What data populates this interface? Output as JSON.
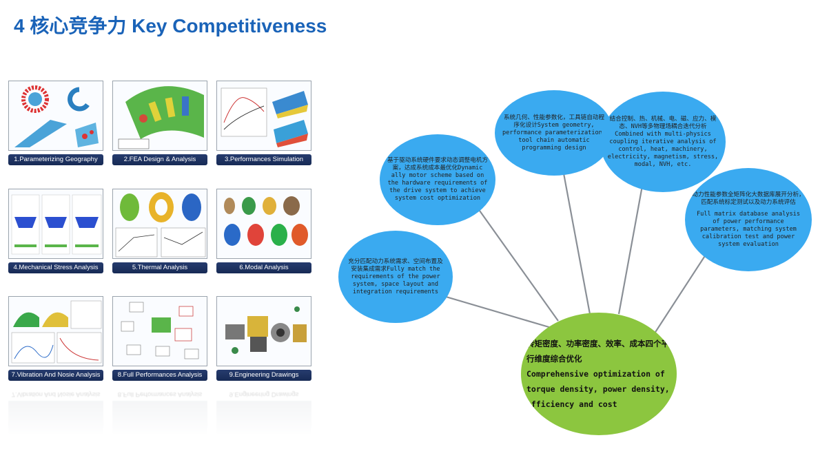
{
  "title": {
    "text": "4 核心竞争力 Key Competitiveness",
    "color": "#1a63b8"
  },
  "tiles": [
    {
      "label": "1.Parameterizing Geography"
    },
    {
      "label": "2.FEA Design & Analysis"
    },
    {
      "label": "3.Performances Simulation"
    },
    {
      "label": "4.Mechanical Stress Analysis"
    },
    {
      "label": "5.Thermal Analysis"
    },
    {
      "label": "6.Modal Analysis"
    },
    {
      "label": "7.Vibration And Nosie Analysis"
    },
    {
      "label": "8.Full Performances Analysis"
    },
    {
      "label": "9.Engineering Drawings"
    }
  ],
  "reflection_labels": [
    "7.Vibration And Nosie Analysis",
    "8.Full Performances Analysis",
    "9.Engineering Drawings"
  ],
  "bubbles": {
    "system_match": "充分匹配动力系统需求、空间布置及安装集成需求Fully match the requirements of the power system, space layout and integration requirements",
    "hardware_optimization": "基于驱动系统硬件要求动态调整电机方案，达成系统成本最优化Dynamic ally motor scheme based on the hardware requirements of the drive system to achieve system cost optimization",
    "parametric_design": "系统几何、性能参数化，工具链自动程序化设计System geometry, performance parameterization, tool chain automatic programming design",
    "multiphysics": "结合控制、热、机械、电、磁、应力、模态、NVH等多物理场耦合迭代分析Combined with multi-physics coupling iterative analysis of control, heat, machinery, electricity, magnetism, stress, modal, NVH, etc.",
    "matrix_database_cn": "动力性能参数全矩阵化大数据库展开分析，匹配系统标定测试以及动力系统评估",
    "matrix_database_en": "Full matrix database analysis of power performance parameters, matching system calibration test and power system evaluation",
    "core_cn": "转矩密度、功率密度、效率、成本四个平行维度综合优化",
    "core_en": "Comprehensive optimization of torque density, power density, efficiency and cost"
  },
  "colors": {
    "bubble_blue": "#3aaaf0",
    "core_green": "#8cc63f",
    "caption_navy": "#1e3464",
    "line_gray": "#8a8f96"
  }
}
